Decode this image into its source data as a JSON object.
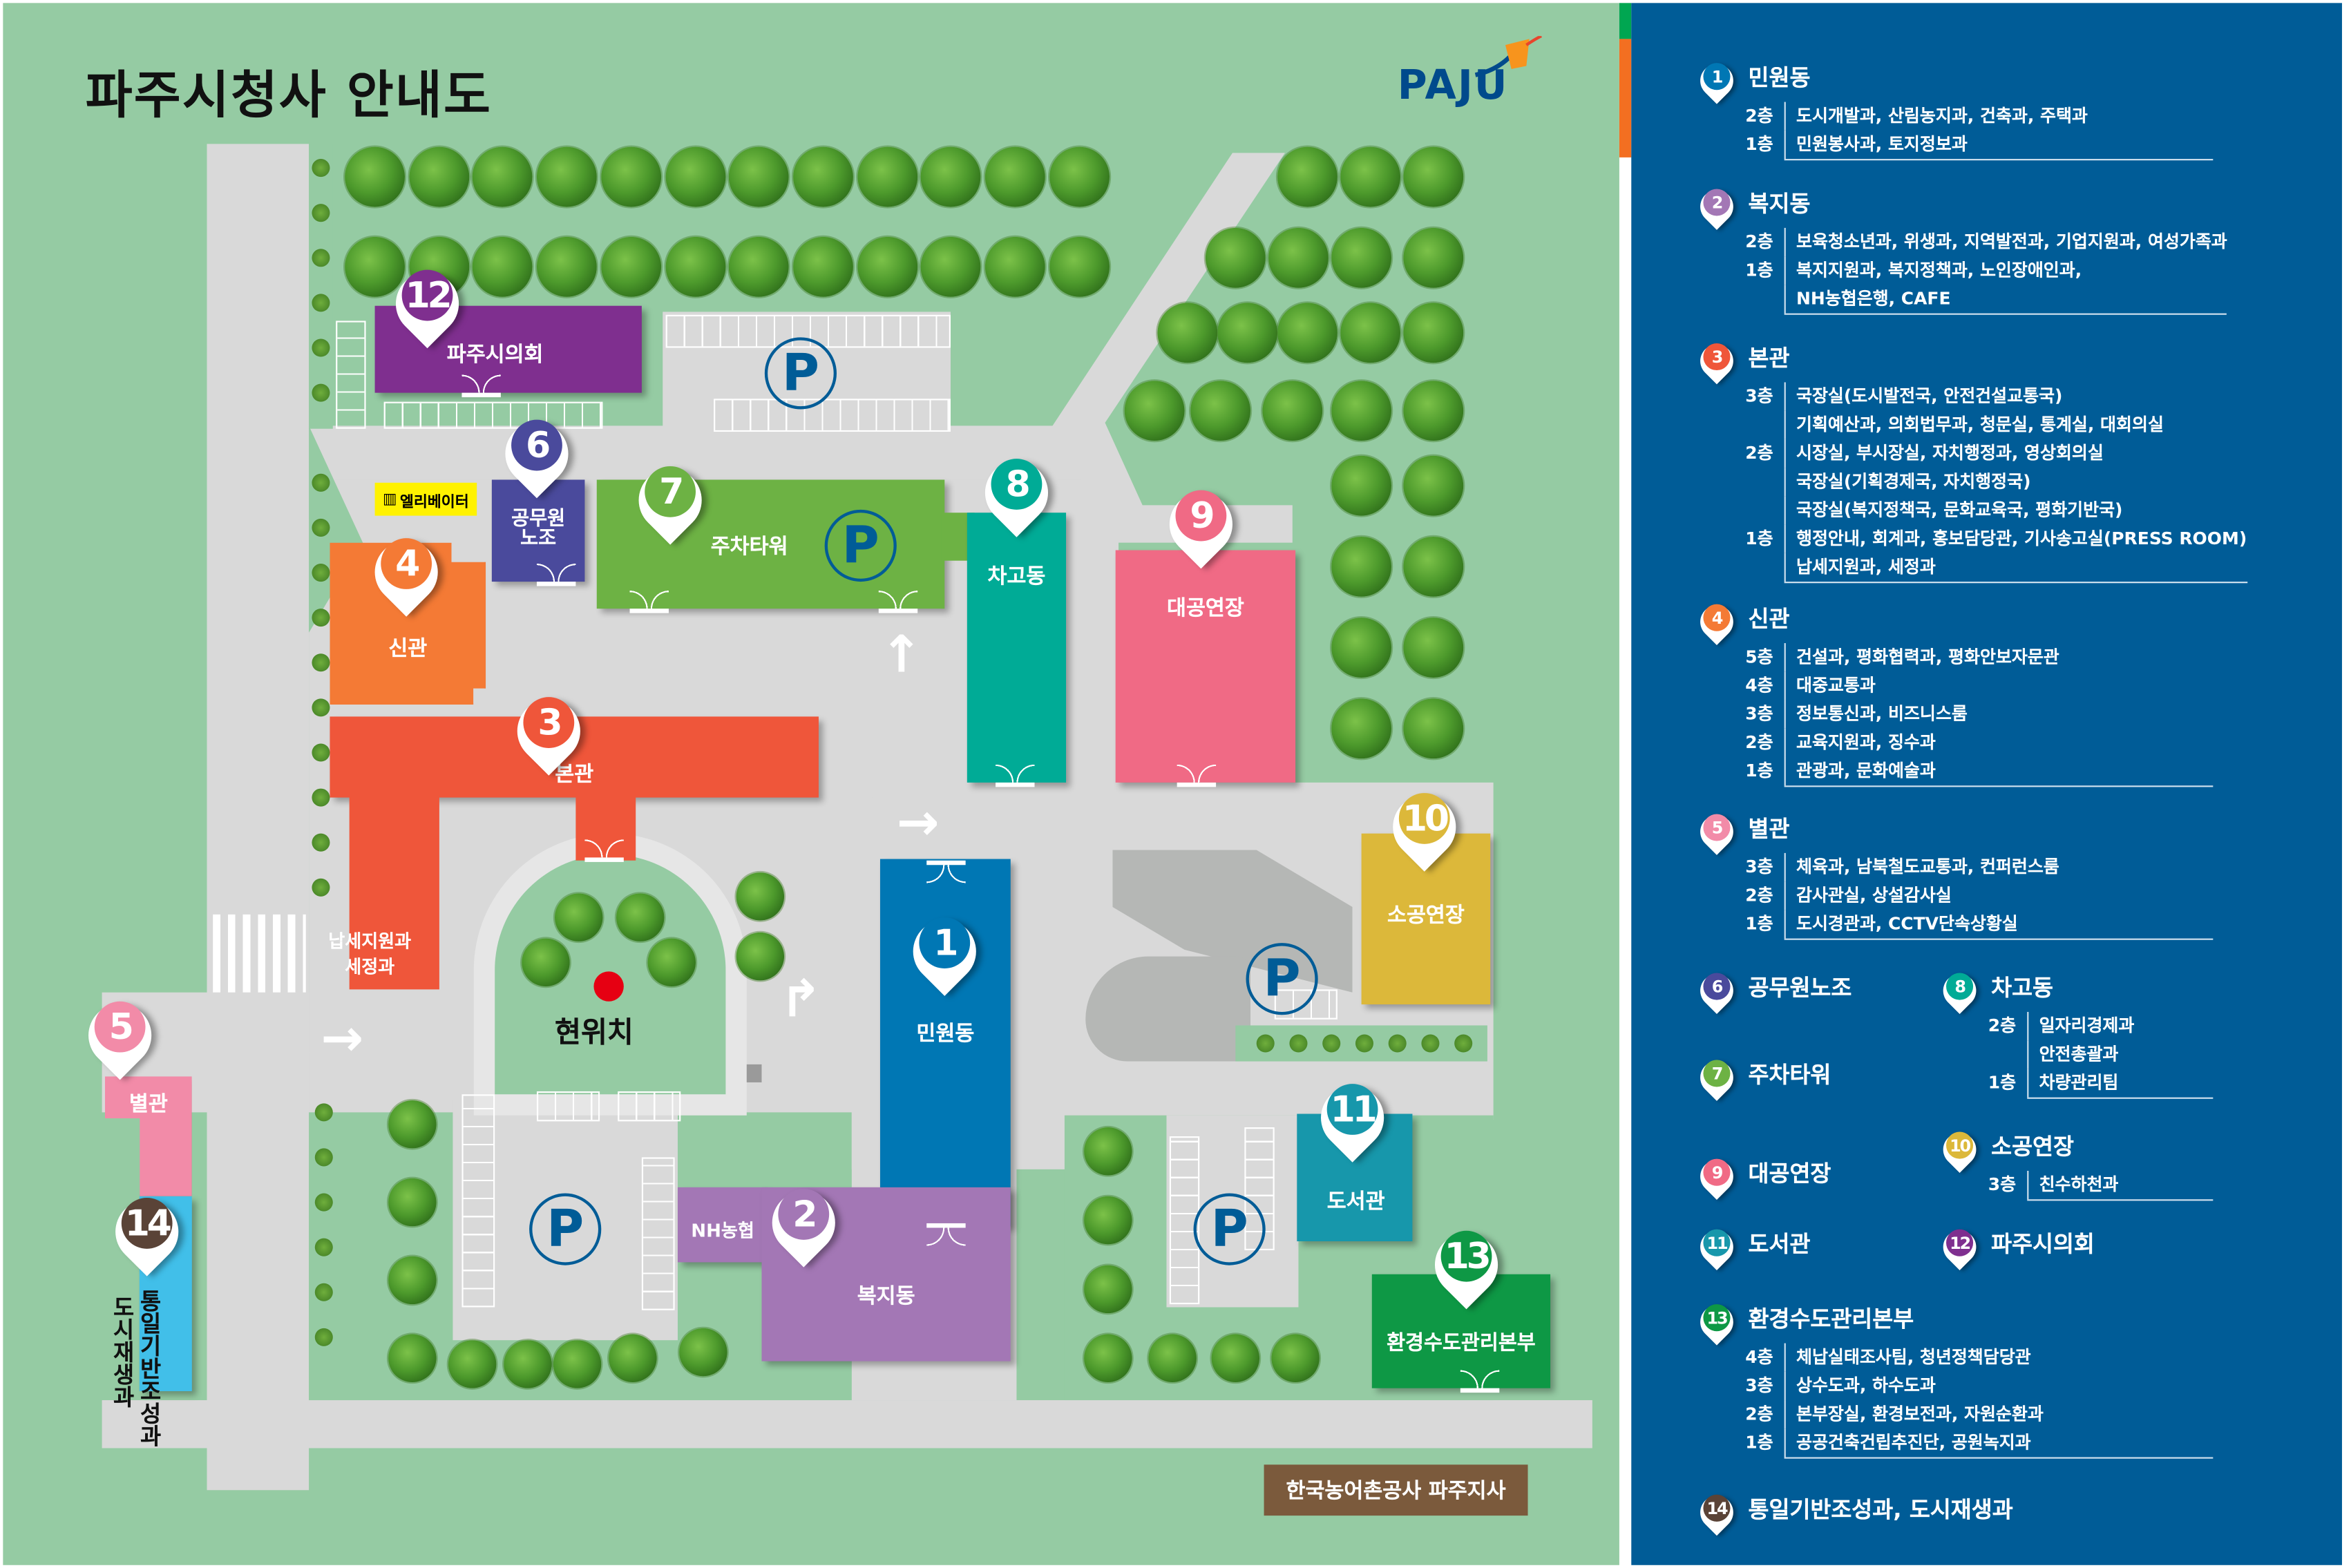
{
  "header": {
    "title": "파주시청사 안내도",
    "logo": "PAJU"
  },
  "map": {
    "pins": {
      "1": "1",
      "2": "2",
      "3": "3",
      "4": "4",
      "5": "5",
      "6": "6",
      "7": "7",
      "8": "8",
      "9": "9",
      "10": "10",
      "11": "11",
      "12": "12",
      "13": "13",
      "14": "14"
    },
    "labels": {
      "b1": "민원동",
      "b2": "복지동",
      "b2_nh": "NH농협",
      "b3": "본관",
      "b3_wing_1": "납세지원과",
      "b3_wing_2": "세정과",
      "b4": "신관",
      "b5": "별관",
      "b6_1": "공무원",
      "b6_2": "노조",
      "b7": "주차타워",
      "b8": "차고동",
      "b9": "대공연장",
      "b10": "소공연장",
      "b11": "도서관",
      "b12": "파주시의회",
      "b13": "환경수도관리본부",
      "b14_1": "통일기반조성과",
      "b14_2": "도시재생과",
      "elevator": "엘리베이터",
      "current": "현위치",
      "rural": "한국농어촌공사 파주지사",
      "parking": "P"
    }
  },
  "colors": {
    "b1": "#0077b4",
    "b2": "#a377b5",
    "b3": "#ef563a",
    "b4": "#f47a35",
    "b5": "#f28ba8",
    "b6": "#4a4a9c",
    "b7": "#6db244",
    "b8": "#00ab96",
    "b9": "#f06a85",
    "b10": "#dcb83a",
    "b11": "#1797ab",
    "b12": "#7f2f8f",
    "b13": "#0e9845",
    "b14": "#5a4337",
    "panel": "#005c97",
    "grass": "#95cba3",
    "road": "#d9d9d9"
  },
  "legend": [
    {
      "num": "1",
      "name": "민원동",
      "rows": [
        {
          "floor": "2층",
          "text": "도시개발과, 산림농지과, 건축과, 주택과"
        },
        {
          "floor": "1층",
          "text": "민원봉사과, 토지정보과"
        }
      ]
    },
    {
      "num": "2",
      "name": "복지동",
      "rows": [
        {
          "floor": "2층",
          "text": "보육청소년과, 위생과, 지역발전과, 기업지원과, 여성가족과"
        },
        {
          "floor": "1층",
          "text": "복지지원과, 복지정책과, 노인장애인과,"
        },
        {
          "floor": "",
          "text": "NH농협은행, CAFE"
        }
      ]
    },
    {
      "num": "3",
      "name": "본관",
      "rows": [
        {
          "floor": "3층",
          "text": "국장실(도시발전국, 안전건설교통국)"
        },
        {
          "floor": "",
          "text": "기획예산과, 의회법무과, 청문실, 통계실, 대회의실"
        },
        {
          "floor": "2층",
          "text": "시장실, 부시장실, 자치행정과, 영상회의실"
        },
        {
          "floor": "",
          "text": "국장실(기획경제국, 자치행정국)"
        },
        {
          "floor": "",
          "text": "국장실(복지정책국, 문화교육국, 평화기반국)"
        },
        {
          "floor": "1층",
          "text": "행정안내, 회계과, 홍보담당관, 기사송고실(PRESS ROOM)"
        },
        {
          "floor": "",
          "text": "납세지원과, 세정과"
        }
      ]
    },
    {
      "num": "4",
      "name": "신관",
      "rows": [
        {
          "floor": "5층",
          "text": "건설과, 평화협력과, 평화안보자문관"
        },
        {
          "floor": "4층",
          "text": "대중교통과"
        },
        {
          "floor": "3층",
          "text": "정보통신과, 비즈니스룸"
        },
        {
          "floor": "2층",
          "text": "교육지원과, 징수과"
        },
        {
          "floor": "1층",
          "text": "관광과, 문화예술과"
        }
      ]
    },
    {
      "num": "5",
      "name": "별관",
      "rows": [
        {
          "floor": "3층",
          "text": "체육과, 남북철도교통과, 컨퍼런스룸"
        },
        {
          "floor": "2층",
          "text": "감사관실, 상설감사실"
        },
        {
          "floor": "1층",
          "text": "도시경관과, CCTV단속상황실"
        }
      ]
    },
    {
      "num": "6",
      "name": "공무원노조",
      "rows": []
    },
    {
      "num": "7",
      "name": "주차타워",
      "rows": []
    },
    {
      "num": "8",
      "name": "차고동",
      "rows": [
        {
          "floor": "2층",
          "text": "일자리경제과"
        },
        {
          "floor": "",
          "text": "안전총괄과"
        },
        {
          "floor": "1층",
          "text": "차량관리팀"
        }
      ]
    },
    {
      "num": "9",
      "name": "대공연장",
      "rows": []
    },
    {
      "num": "10",
      "name": "소공연장",
      "rows": [
        {
          "floor": "3층",
          "text": "친수하천과"
        }
      ]
    },
    {
      "num": "11",
      "name": "도서관",
      "rows": []
    },
    {
      "num": "12",
      "name": "파주시의회",
      "rows": []
    },
    {
      "num": "13",
      "name": "환경수도관리본부",
      "rows": [
        {
          "floor": "4층",
          "text": "체납실태조사팀, 청년정책담당관"
        },
        {
          "floor": "3층",
          "text": "상수도과, 하수도과"
        },
        {
          "floor": "2층",
          "text": "본부장실, 환경보전과, 자원순환과"
        },
        {
          "floor": "1층",
          "text": "공공건축건립추진단, 공원녹지과"
        }
      ]
    },
    {
      "num": "14",
      "name": "통일기반조성과, 도시재생과",
      "rows": []
    }
  ]
}
